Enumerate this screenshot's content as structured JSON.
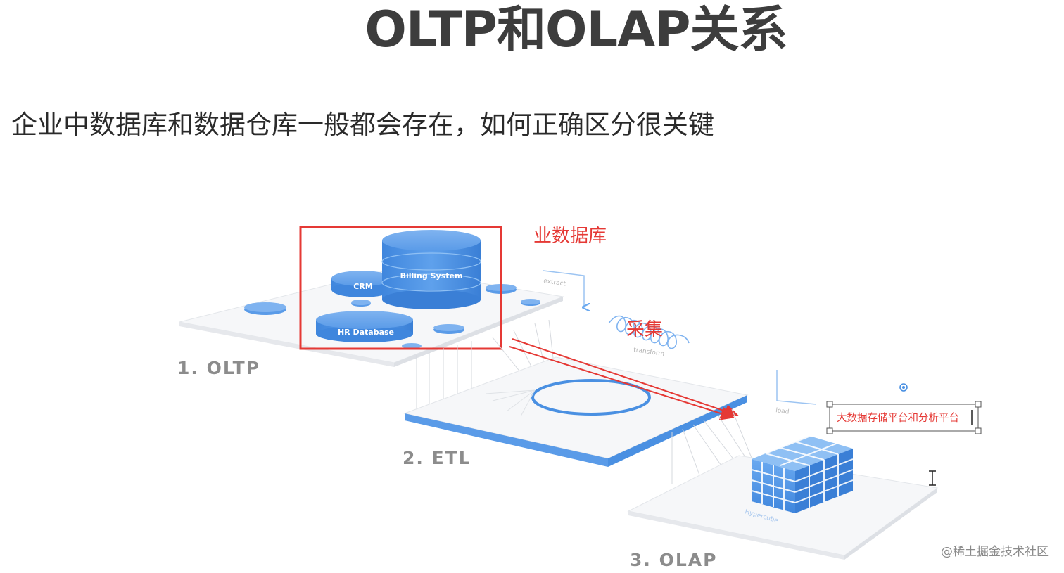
{
  "slide": {
    "title": "OLTP和OLAP关系",
    "subtitle": "企业中数据库和数据仓库一般都会存在，如何正确区分很关键"
  },
  "diagram": {
    "stages": {
      "oltp": "1. OLTP",
      "etl": "2. ETL",
      "olap": "3. OLAP"
    },
    "databases": {
      "billing": "Billing System",
      "crm": "CRM",
      "hr": "HR Database"
    },
    "flow_labels": {
      "extract": "extract",
      "transform": "transform",
      "load": "load",
      "hypercube": "Hypercube"
    },
    "annotations": {
      "business_db": "业数据库",
      "collect": "采集",
      "bigdata_platform": "大数据存储平台和分析平台"
    },
    "colors": {
      "accent_blue": "#4a90e2",
      "annotation_red": "#e53935",
      "label_gray": "#8c8c8c"
    }
  },
  "watermark": "@稀土掘金技术社区"
}
